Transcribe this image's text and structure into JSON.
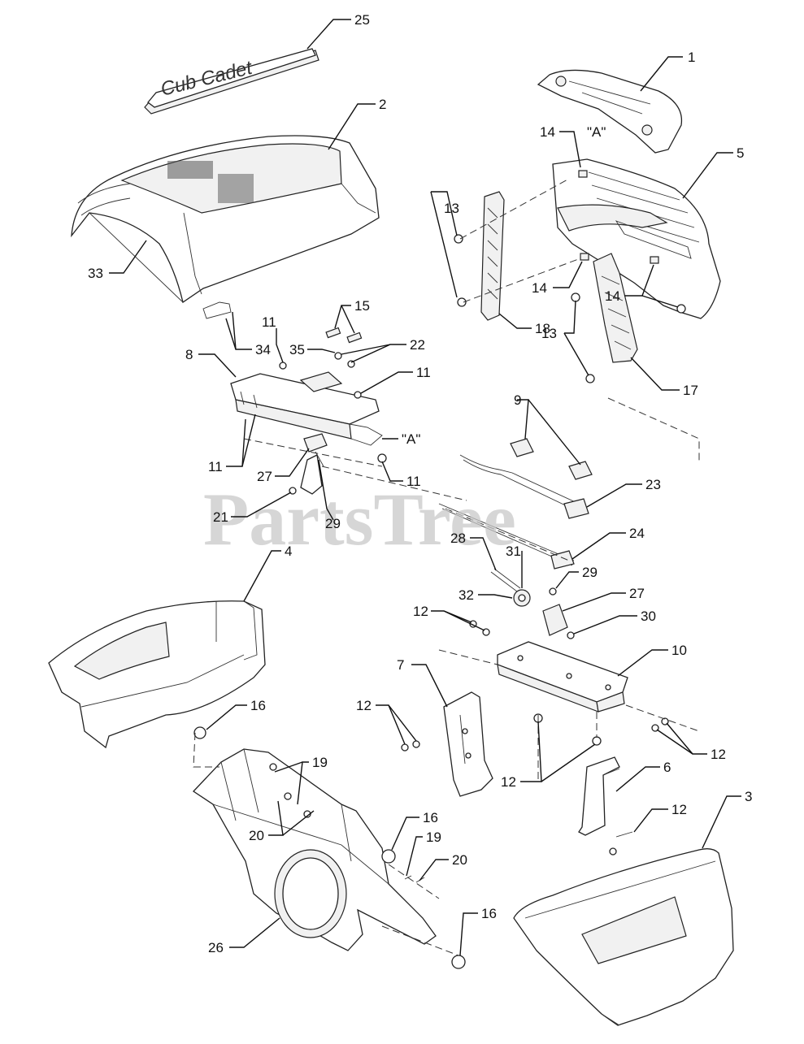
{
  "watermark": "PartsTree",
  "emblem_text": "Cub Cadet",
  "callouts": [
    {
      "id": "c25",
      "text": "25"
    },
    {
      "id": "c1",
      "text": "1"
    },
    {
      "id": "c2",
      "text": "2"
    },
    {
      "id": "cA1",
      "text": "\"A\""
    },
    {
      "id": "c14a",
      "text": "14"
    },
    {
      "id": "c5",
      "text": "5"
    },
    {
      "id": "c13a",
      "text": "13"
    },
    {
      "id": "c33",
      "text": "33"
    },
    {
      "id": "c14b",
      "text": "14"
    },
    {
      "id": "c14c",
      "text": "14"
    },
    {
      "id": "c18",
      "text": "18"
    },
    {
      "id": "c15",
      "text": "15"
    },
    {
      "id": "c11a",
      "text": "11"
    },
    {
      "id": "c34",
      "text": "34"
    },
    {
      "id": "c35",
      "text": "35"
    },
    {
      "id": "c22",
      "text": "22"
    },
    {
      "id": "c13b",
      "text": "13"
    },
    {
      "id": "c8",
      "text": "8"
    },
    {
      "id": "c11b",
      "text": "11"
    },
    {
      "id": "c17",
      "text": "17"
    },
    {
      "id": "cA2",
      "text": "\"A\""
    },
    {
      "id": "c9",
      "text": "9"
    },
    {
      "id": "c11c",
      "text": "11"
    },
    {
      "id": "c27a",
      "text": "27"
    },
    {
      "id": "c11d",
      "text": "11"
    },
    {
      "id": "c23",
      "text": "23"
    },
    {
      "id": "c21",
      "text": "21"
    },
    {
      "id": "c29a",
      "text": "29"
    },
    {
      "id": "c24",
      "text": "24"
    },
    {
      "id": "c28",
      "text": "28"
    },
    {
      "id": "c4",
      "text": "4"
    },
    {
      "id": "c31",
      "text": "31"
    },
    {
      "id": "c29b",
      "text": "29"
    },
    {
      "id": "c32",
      "text": "32"
    },
    {
      "id": "c27b",
      "text": "27"
    },
    {
      "id": "c12a",
      "text": "12"
    },
    {
      "id": "c30",
      "text": "30"
    },
    {
      "id": "c10",
      "text": "10"
    },
    {
      "id": "c7",
      "text": "7"
    },
    {
      "id": "c16a",
      "text": "16"
    },
    {
      "id": "c12b",
      "text": "12"
    },
    {
      "id": "c12c",
      "text": "12"
    },
    {
      "id": "c19a",
      "text": "19"
    },
    {
      "id": "c6",
      "text": "6"
    },
    {
      "id": "c12d",
      "text": "12"
    },
    {
      "id": "c20a",
      "text": "20"
    },
    {
      "id": "c12e",
      "text": "12"
    },
    {
      "id": "c3",
      "text": "3"
    },
    {
      "id": "c16b",
      "text": "16"
    },
    {
      "id": "c19b",
      "text": "19"
    },
    {
      "id": "c20b",
      "text": "20"
    },
    {
      "id": "c16c",
      "text": "16"
    },
    {
      "id": "c26",
      "text": "26"
    }
  ]
}
